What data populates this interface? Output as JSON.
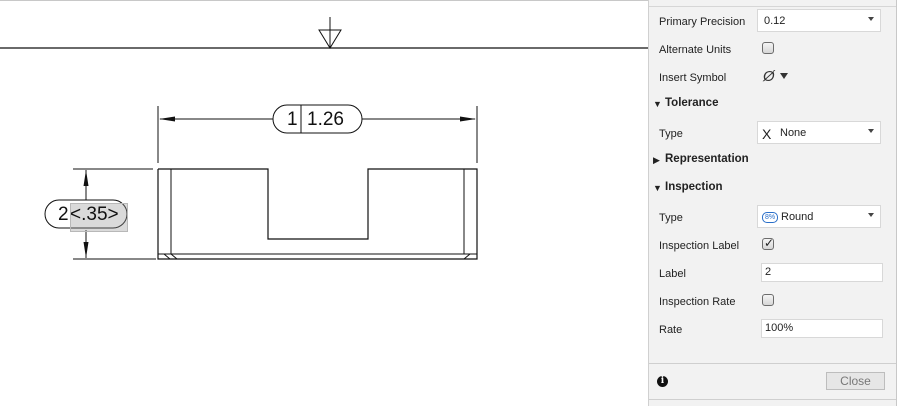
{
  "drawing": {
    "horizontal_dimension": {
      "balloon": "1",
      "value": "1.26"
    },
    "vertical_dimension": {
      "balloon": "2",
      "value": "<.35>"
    },
    "symbol": "datum-triangle"
  },
  "panel": {
    "rows": {
      "primary_precision": {
        "label": "Primary Precision",
        "value": "0.12"
      },
      "alternate_units": {
        "label": "Alternate Units",
        "checked": false
      },
      "insert_symbol": {
        "label": "Insert Symbol",
        "symbol": "Ø"
      }
    },
    "tolerance": {
      "title": "Tolerance",
      "type_label": "Type",
      "type_icon": "X",
      "type_value": "None"
    },
    "representation": {
      "title": "Representation"
    },
    "inspection": {
      "title": "Inspection",
      "type_label": "Type",
      "type_icon": "8%",
      "type_value": "Round",
      "inspection_label": {
        "label": "Inspection Label",
        "checked": true
      },
      "label": {
        "label": "Label",
        "value": "2"
      },
      "inspection_rate": {
        "label": "Inspection Rate",
        "checked": false
      },
      "rate": {
        "label": "Rate",
        "value": "100%"
      }
    },
    "footer": {
      "info_icon": "i",
      "close_label": "Close"
    }
  }
}
